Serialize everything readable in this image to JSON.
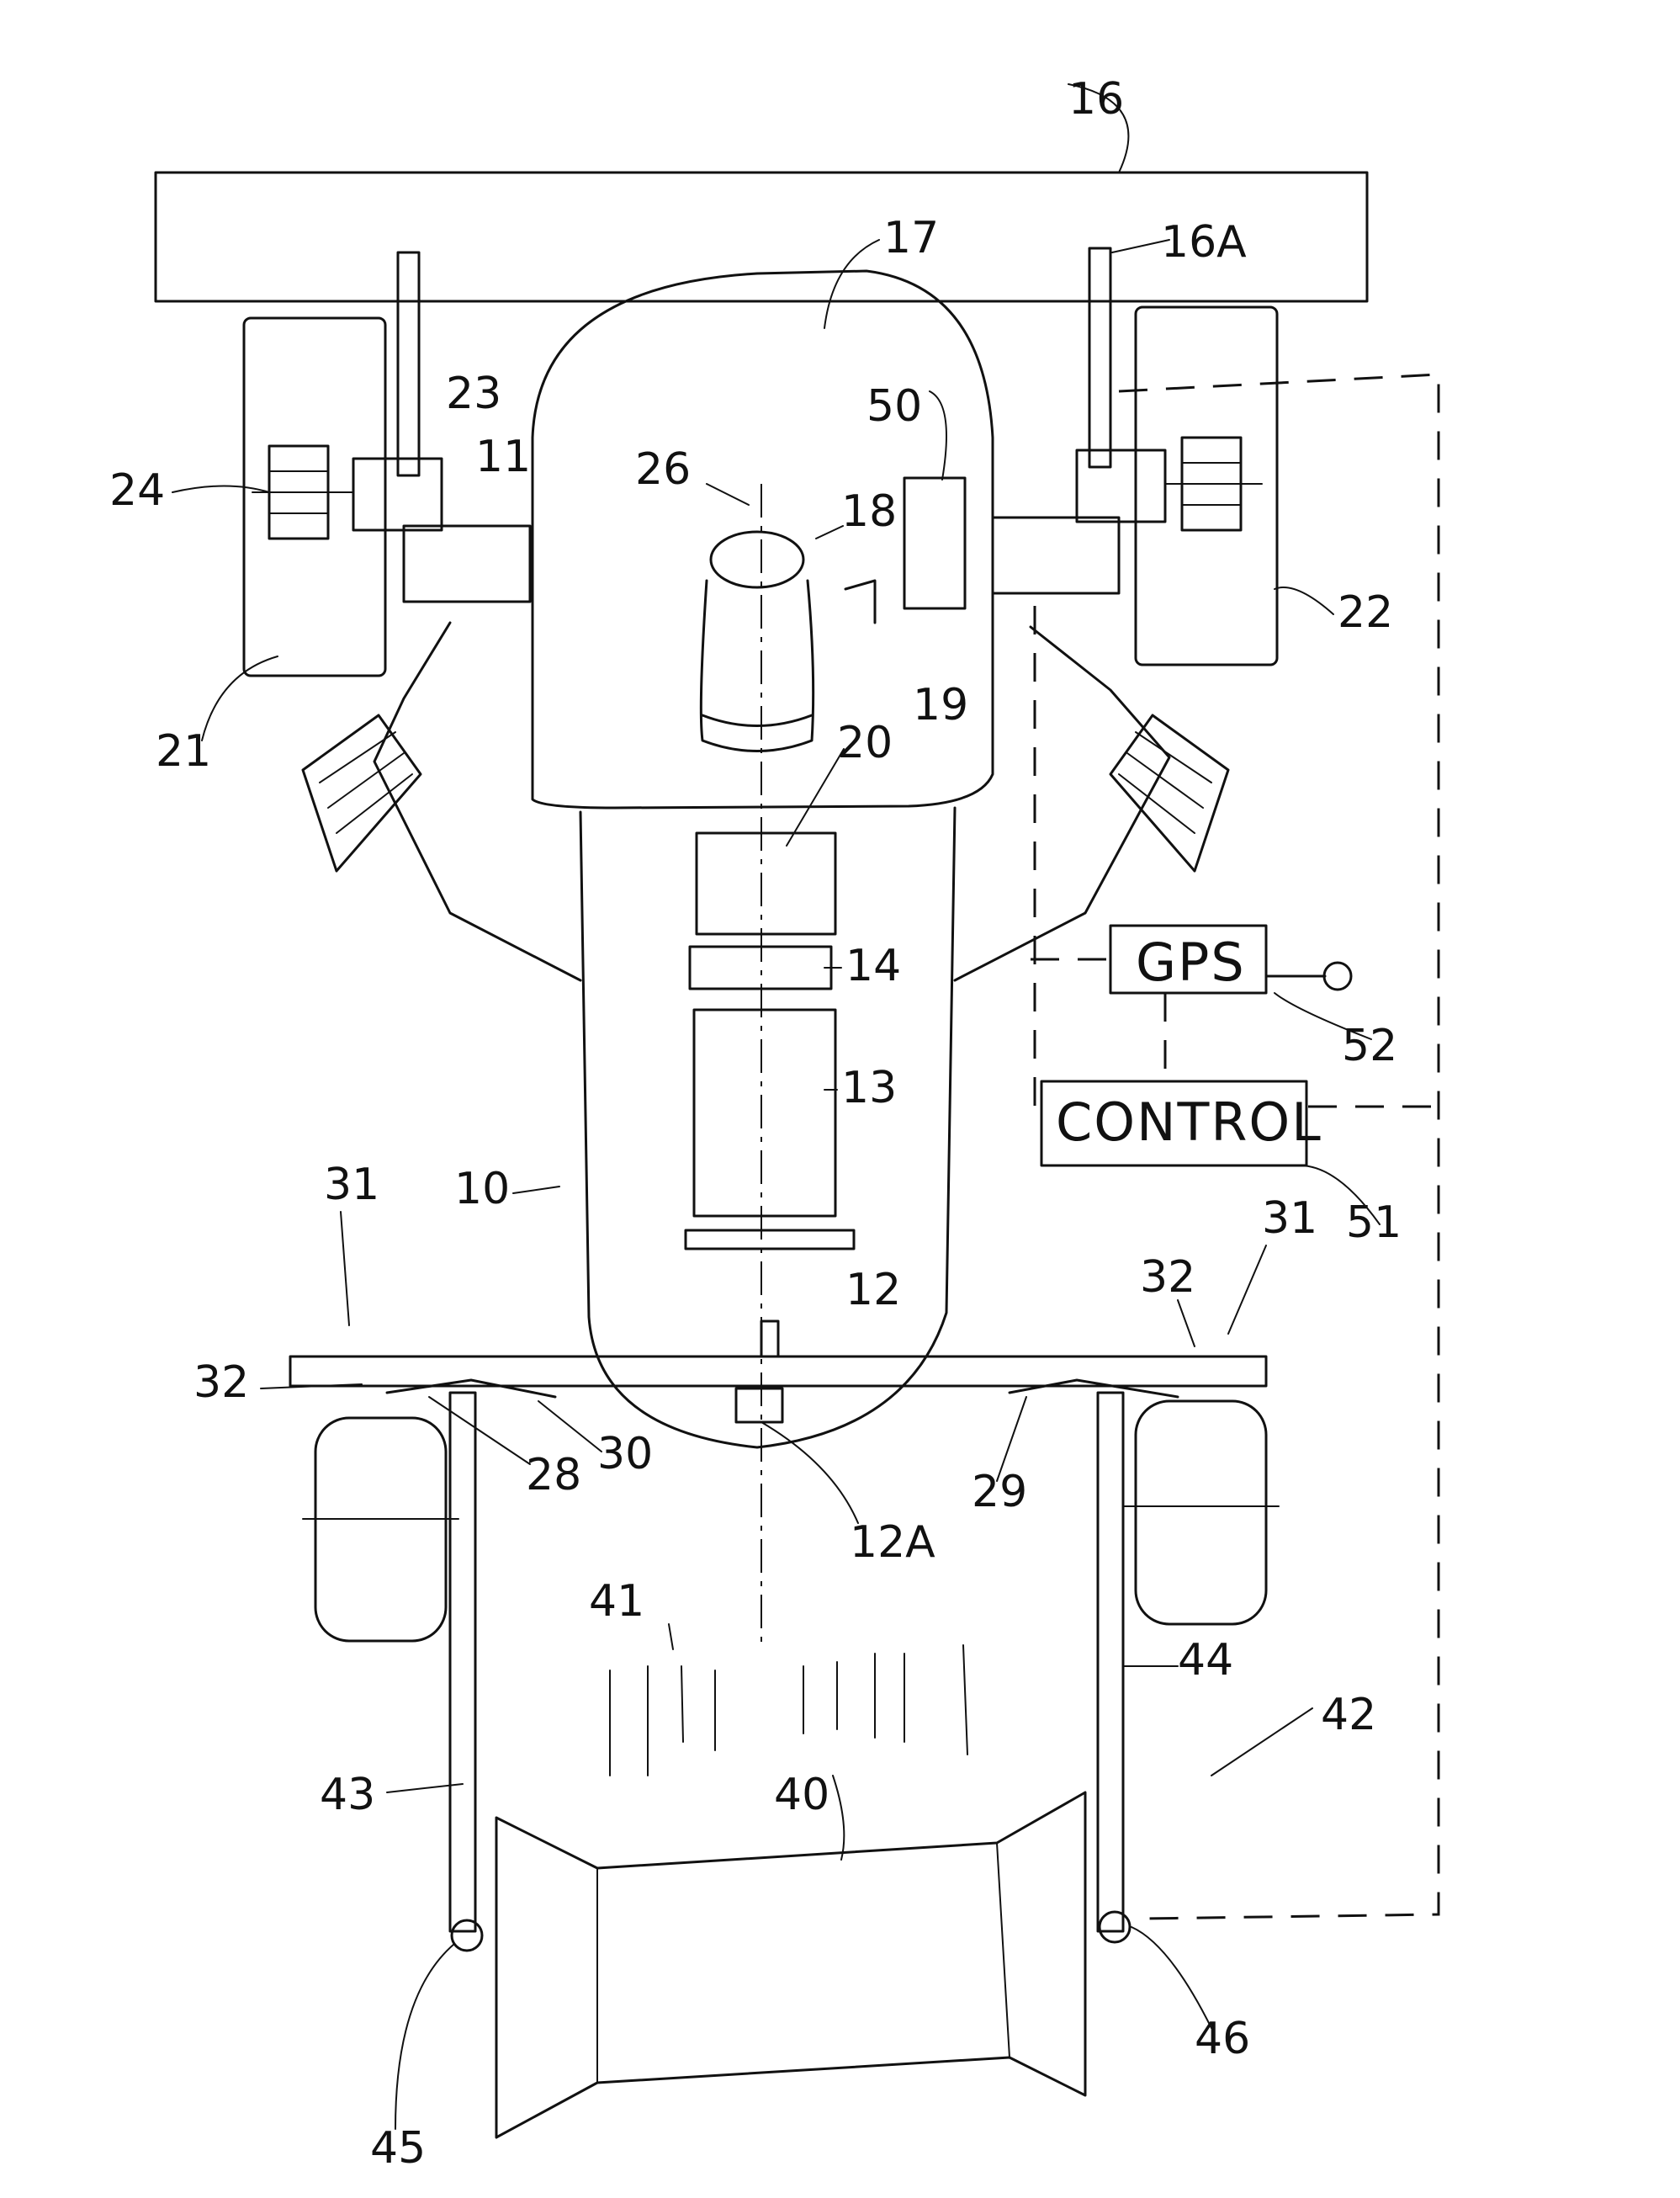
{
  "figure": {
    "labels": {
      "l16": "16",
      "l16A": "16A",
      "l17": "17",
      "l50": "50",
      "l23": "23",
      "l24": "24",
      "l11": "11",
      "l26": "26",
      "l18": "18",
      "l19": "19",
      "l20": "20",
      "l21": "21",
      "l22": "22",
      "l14": "14",
      "l13": "13",
      "l10": "10",
      "l12": "12",
      "l12A": "12A",
      "l31a": "31",
      "l31b": "31",
      "l32a": "32",
      "l32b": "32",
      "l28": "28",
      "l30": "30",
      "l29": "29",
      "l41": "41",
      "l40": "40",
      "l42": "42",
      "l43": "43",
      "l44": "44",
      "l45": "45",
      "l46": "46",
      "l51": "51",
      "l52": "52"
    },
    "boxes": {
      "gps": "GPS",
      "control": "CONTROL"
    }
  }
}
